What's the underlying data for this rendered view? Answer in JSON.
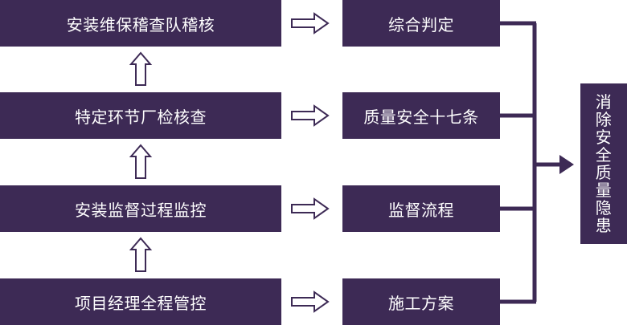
{
  "left_steps": [
    {
      "label": "安装维保稽查队稽核"
    },
    {
      "label": "特定环节厂检核查"
    },
    {
      "label": "安装监督过程监控"
    },
    {
      "label": "项目经理全程管控"
    }
  ],
  "middle_items": [
    {
      "label": "综合判定"
    },
    {
      "label": "质量安全十七条"
    },
    {
      "label": "监督流程"
    },
    {
      "label": "施工方案"
    }
  ],
  "result": {
    "label": "消除安全质量隐患"
  },
  "colors": {
    "box": "#3d2a55",
    "text": "#ffffff",
    "arrow_outline": "#3d2a55"
  }
}
